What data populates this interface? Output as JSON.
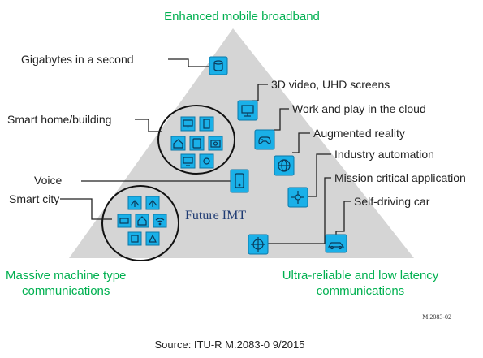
{
  "corners": {
    "top": "Enhanced mobile broadband",
    "left_line1": "Massive machine type",
    "left_line2": "communications",
    "right_line1": "Ultra-reliable and low latency",
    "right_line2": "communications"
  },
  "center_label": "Future IMT",
  "use_cases": {
    "gigabytes": "Gigabytes in a second",
    "video": "3D video, UHD screens",
    "cloud": "Work and play in the cloud",
    "ar": "Augmented reality",
    "industry": "Industry automation",
    "mission": "Mission critical application",
    "car": "Self-driving car",
    "smart_home": "Smart home/building",
    "voice": "Voice",
    "smart_city": "Smart city"
  },
  "reference": "M.2083-02",
  "source": "Source: ITU-R M.2083-0 9/2015",
  "icons": {
    "gigabytes": "database-icon",
    "video": "monitor-icon",
    "cloud": "game-controller-icon",
    "ar": "globe-icon",
    "industry": "gear-icon",
    "mission": "crosshair-icon",
    "car": "car-icon",
    "voice": "phone-icon"
  },
  "colors": {
    "triangle": "#d5d5d5",
    "icon_fill": "#1ab0e8",
    "corner_text": "#00b050",
    "center_text": "#1f3b73"
  }
}
